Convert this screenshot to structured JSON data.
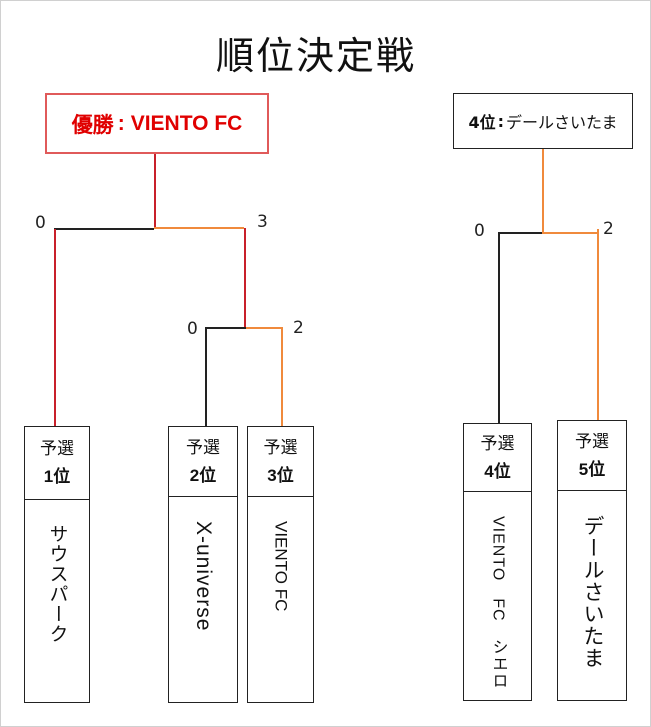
{
  "title": "順位決定戦",
  "champion": {
    "label": "優勝",
    "separator": ":",
    "team": "VIENTO FC"
  },
  "fourth_place": {
    "label": "4位",
    "separator": ":",
    "team": "デールさいたま"
  },
  "final": {
    "left_score": "0",
    "right_score": "3"
  },
  "semifinal": {
    "left_score": "0",
    "right_score": "2"
  },
  "fourth_match": {
    "left_score": "0",
    "right_score": "2"
  },
  "seeds": [
    {
      "prefix": "予選",
      "rank": "1位",
      "team": "サウスパーク"
    },
    {
      "prefix": "予選",
      "rank": "2位",
      "team": "X-universe"
    },
    {
      "prefix": "予選",
      "rank": "3位",
      "team": "VIENTO FC"
    },
    {
      "prefix": "予選",
      "rank": "4位",
      "team": "VIENTO　FC　シエロ"
    },
    {
      "prefix": "予選",
      "rank": "5位",
      "team": "デールさいたま"
    }
  ],
  "colors": {
    "winner_line": "#f08a3c",
    "champion_line": "#c8202a",
    "champion_text": "#e00000"
  }
}
